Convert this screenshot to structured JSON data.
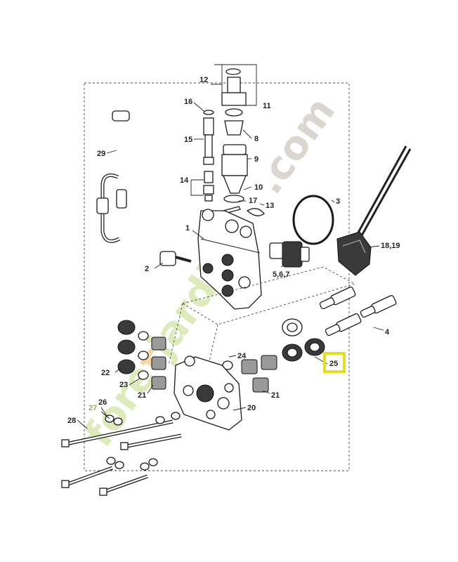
{
  "labels": {
    "p1": "1",
    "p2": "2",
    "p3": "3",
    "p4": "4",
    "p567": "5,6,7",
    "p8": "8",
    "p9": "9",
    "p10": "10",
    "p11": "11",
    "p12": "12",
    "p13": "13",
    "p14": "14",
    "p15": "15",
    "p16": "16",
    "p17": "17",
    "p1819": "18,19",
    "p20": "20",
    "p21a": "21",
    "p21b": "21",
    "p22": "22",
    "p23": "23",
    "p24": "24",
    "p25": "25",
    "p26": "26",
    "p27": "27",
    "p28": "28",
    "p29": "29"
  },
  "highlighted_part": "25",
  "colors": {
    "highlight_box": "#e6df1c",
    "watermark_green": "#b5d36b",
    "watermark_orange": "#f2a33a",
    "watermark_gray": "#b0a898"
  },
  "watermark": {
    "part1": "fore",
    "part2": "t",
    "part3": "jardin",
    "part4": ".com"
  }
}
